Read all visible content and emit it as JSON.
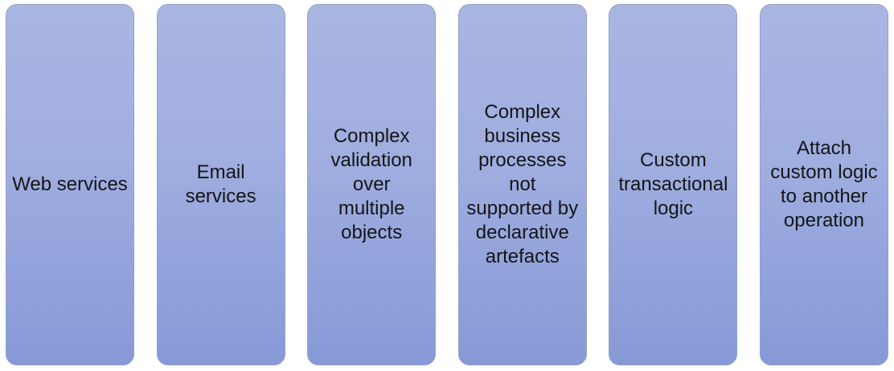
{
  "diagram": {
    "type": "shape-list",
    "background_color": "#ffffff",
    "shape_style": {
      "fill_gradient_top": "#aab6e2",
      "fill_gradient_bottom": "#8799d6",
      "border_color": "#959fc7",
      "text_color": "#151515"
    },
    "boxes": [
      {
        "label": "Web services"
      },
      {
        "label": "Email\nservices"
      },
      {
        "label": "Complex\nvalidation\nover\nmultiple\nobjects"
      },
      {
        "label": "Complex\nbusiness\nprocesses\nnot\nsupported by\ndeclarative\nartefacts"
      },
      {
        "label": "Custom\ntransactional\nlogic"
      },
      {
        "label": "Attach\ncustom logic\nto another\noperation"
      }
    ]
  }
}
